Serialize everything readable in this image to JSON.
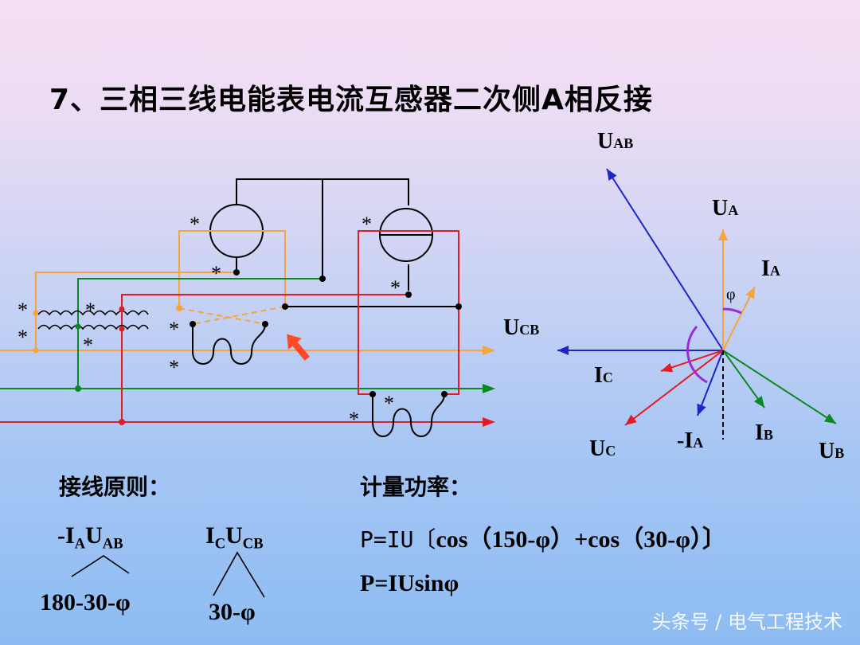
{
  "title": "7、三相三线电能表电流互感器二次侧A相反接",
  "polarity_mark": "*",
  "phasors": {
    "UAB": {
      "main": "U",
      "sub": "AB"
    },
    "UA": {
      "main": "U",
      "sub": "A"
    },
    "IA": {
      "main": "I",
      "sub": "A"
    },
    "phi": "φ",
    "UCB": {
      "main": "U",
      "sub": "CB"
    },
    "IC": {
      "main": "I",
      "sub": "C"
    },
    "UC": {
      "main": "U",
      "sub": "C"
    },
    "negIA": {
      "main": "-I",
      "sub": "A"
    },
    "IB": {
      "main": "I",
      "sub": "B"
    },
    "UB": {
      "main": "U",
      "sub": "B"
    }
  },
  "wiring_principle": {
    "label": "接线原则：",
    "pair1": {
      "i_main": "-I",
      "i_sub": "A",
      "u_main": "U",
      "u_sub": "AB",
      "angle": "180-30-φ"
    },
    "pair2": {
      "i_main": "I",
      "i_sub": "C",
      "u_main": "U",
      "u_sub": "CB",
      "angle": "30-φ"
    }
  },
  "measured_power": {
    "label": "计量功率：",
    "formula1_prefix": "P=IU〔",
    "formula1_body": "cos（150-φ）+cos（30-φ）〕",
    "formula2": "P=IUsinφ"
  },
  "watermark": "头条号 / 电气工程技术",
  "colors": {
    "phase_a": "#f5a53a",
    "phase_b": "#0a8a1e",
    "phase_c": "#e01c24",
    "voltage_line": "#1c25c8",
    "angle_arc": "#9b2ad8",
    "arrow": "#ff4a22"
  }
}
